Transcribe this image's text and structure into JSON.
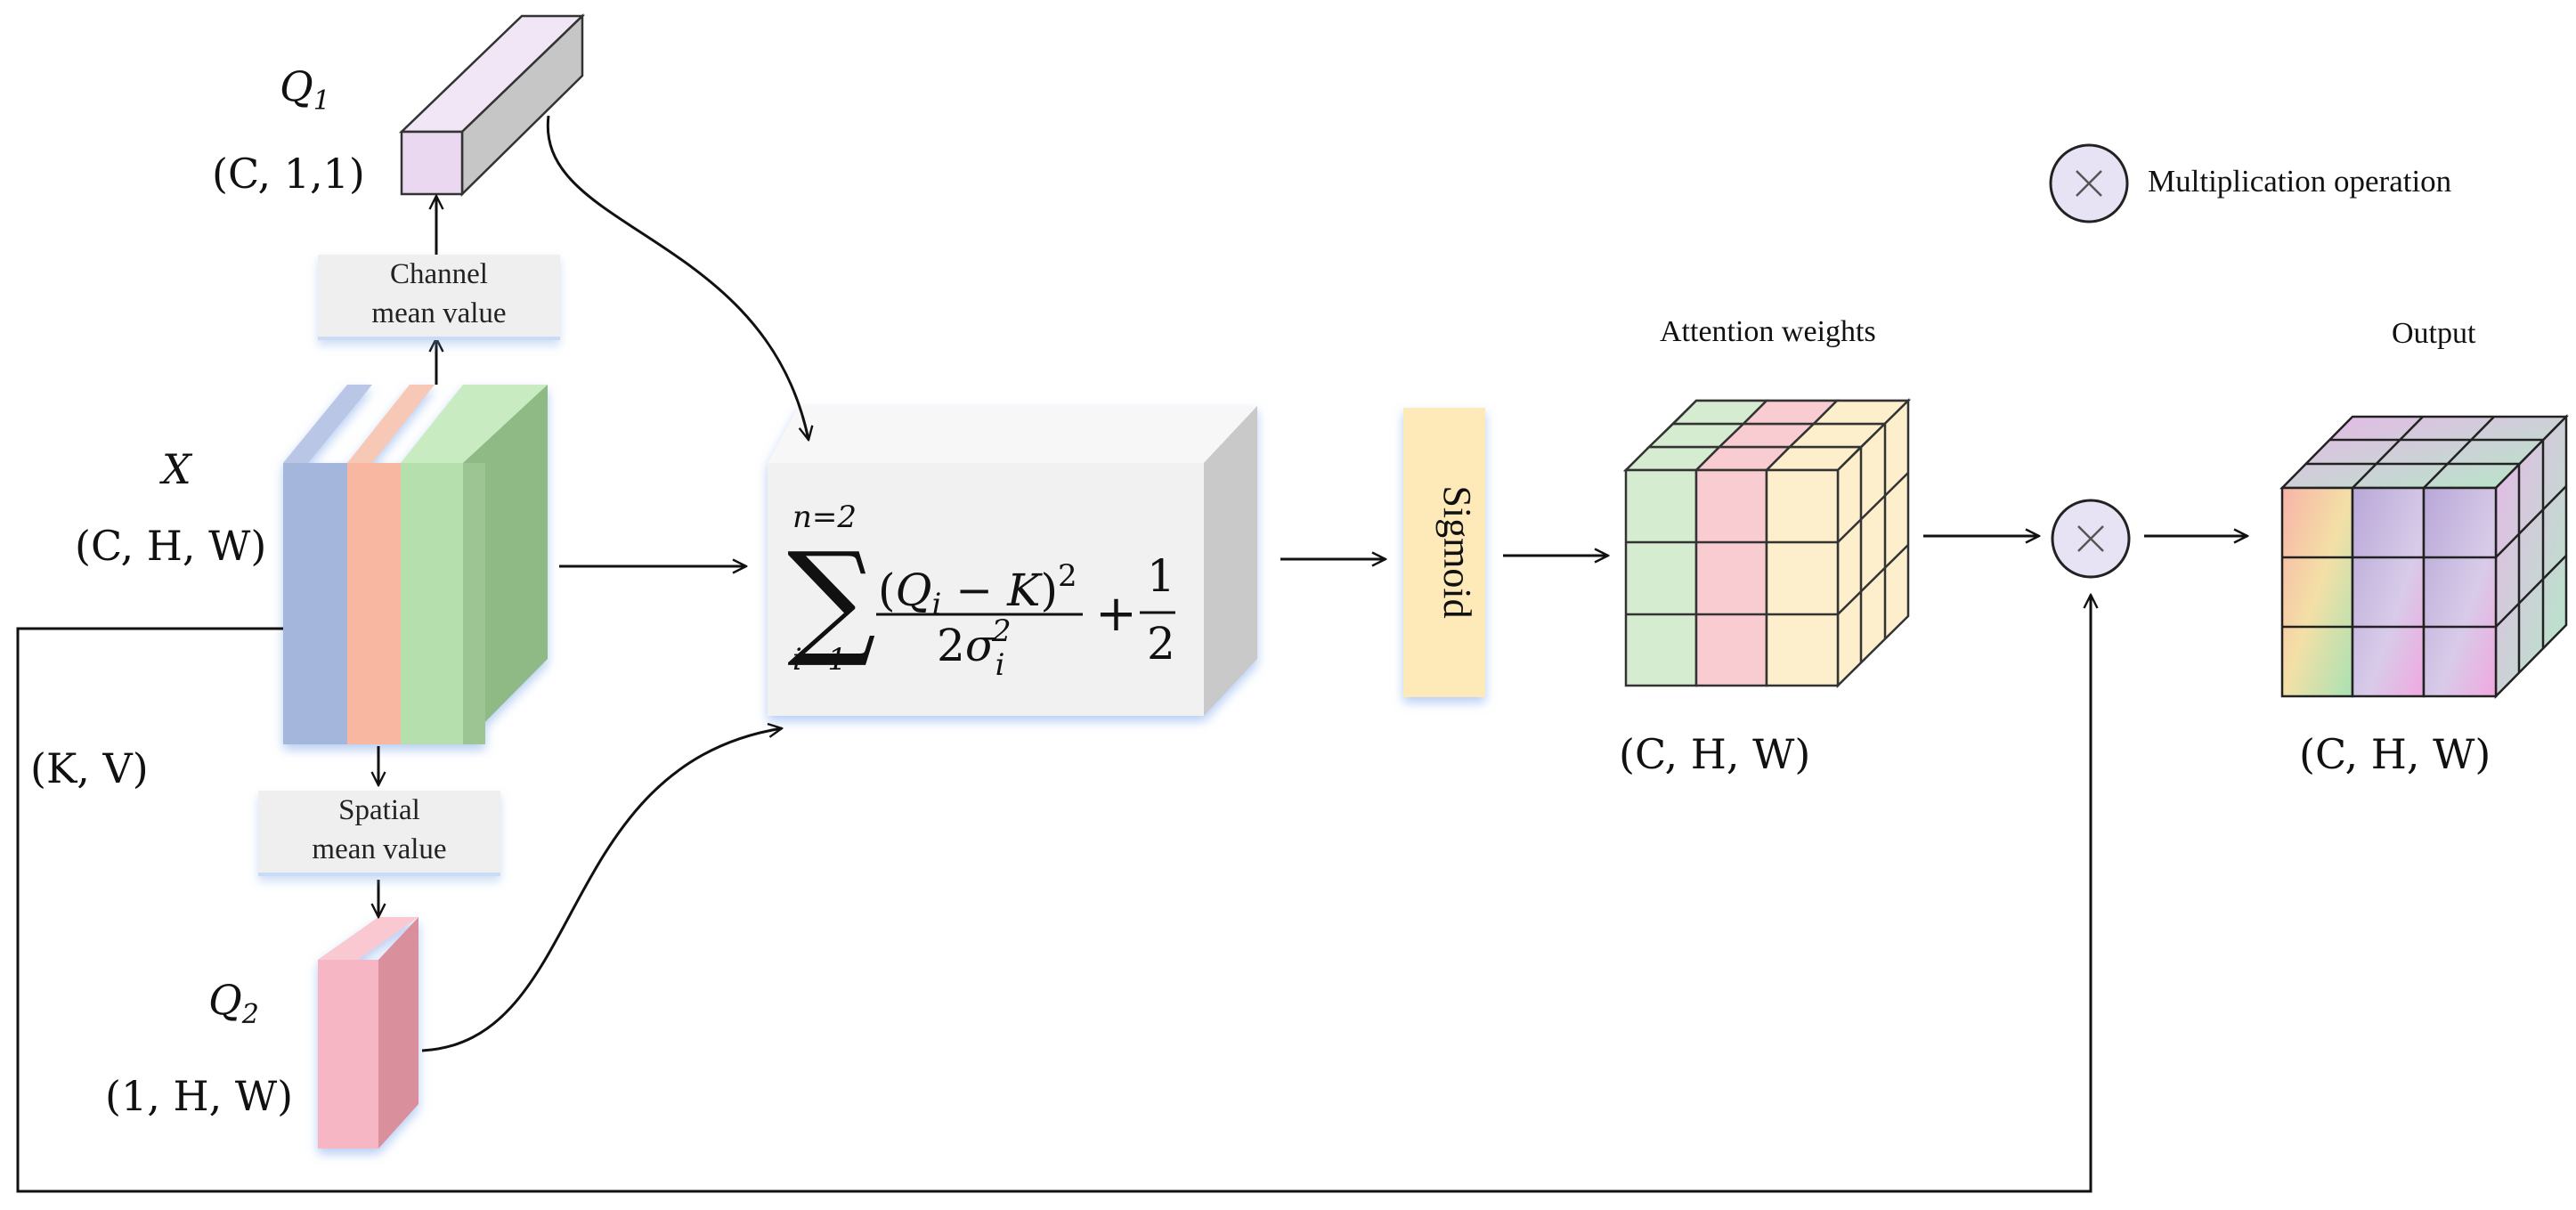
{
  "legend": {
    "symbol": "×",
    "text": "Multiplication operation"
  },
  "q1": {
    "symbol": "Q",
    "subscript": "1",
    "shape": "(C, 1,1)"
  },
  "q2": {
    "symbol": "Q",
    "subscript": "2",
    "shape": "(1, H, W)"
  },
  "input": {
    "symbol": "X",
    "shape": "(C, H, W)"
  },
  "kv": {
    "label": "(K, V)"
  },
  "channel_box": {
    "line1": "Channel",
    "line2": "mean value"
  },
  "spatial_box": {
    "line1": "Spatial",
    "line2": "mean value"
  },
  "formula": {
    "sum_upper": "n=2",
    "sum_lower": "i=1",
    "numerator": "(Q_i − K)^2",
    "denominator": "2σ_i^2",
    "plus": "+",
    "half_num": "1",
    "half_den": "2"
  },
  "sigmoid": {
    "label": "Sigmoid"
  },
  "attention": {
    "title": "Attention weights",
    "shape": "(C, H, W)"
  },
  "multiply": {
    "symbol": "×"
  },
  "output": {
    "title": "Output",
    "shape": "(C, H, W)"
  },
  "colors": {
    "blue_slab": "#a4b6dc",
    "orange_slab": "#f8b7a0",
    "green_slab": "#b5e0ad",
    "dark_green_slab": "#8fba86",
    "q1_face": "#e9d8f0",
    "q2_face": "#f7b6c3",
    "attention_green": "#d6ecd0",
    "attention_pink": "#f8ccd0",
    "attention_yellow": "#fdeecc",
    "sigmoid": "#fdeab8",
    "formula_box": "#f1f1f1",
    "circle": "#e7e3f5"
  }
}
